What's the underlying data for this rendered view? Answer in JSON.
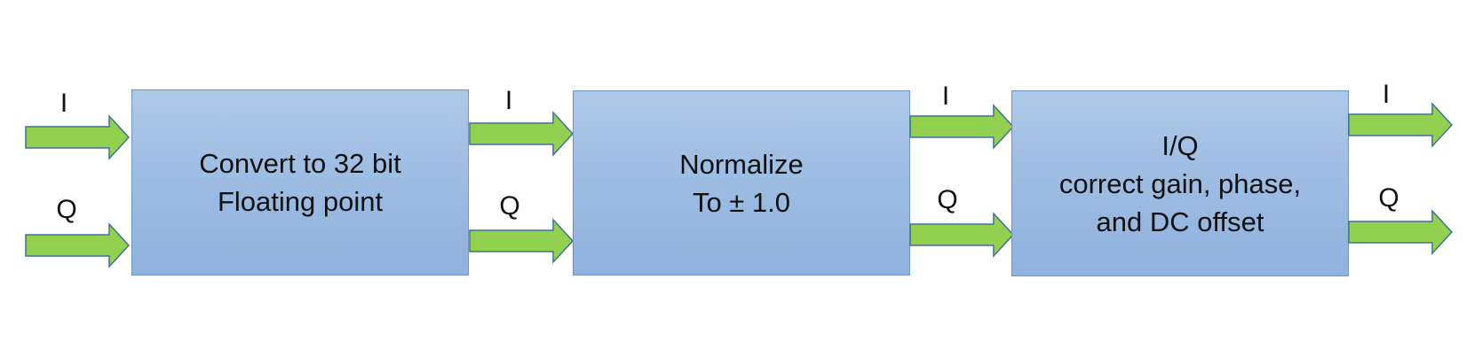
{
  "blocks": [
    {
      "lines": [
        "Convert to 32 bit",
        "Floating point"
      ]
    },
    {
      "lines": [
        "Normalize",
        "To ± 1.0"
      ]
    },
    {
      "lines": [
        "I/Q",
        "correct gain, phase,",
        "and DC offset"
      ]
    }
  ],
  "signals": {
    "i": "I",
    "q": "Q"
  },
  "colors": {
    "block_fill": "#9bbbe2",
    "block_border": "#6d95c8",
    "arrow_fill": "#92d050",
    "arrow_stroke": "#41719c"
  }
}
